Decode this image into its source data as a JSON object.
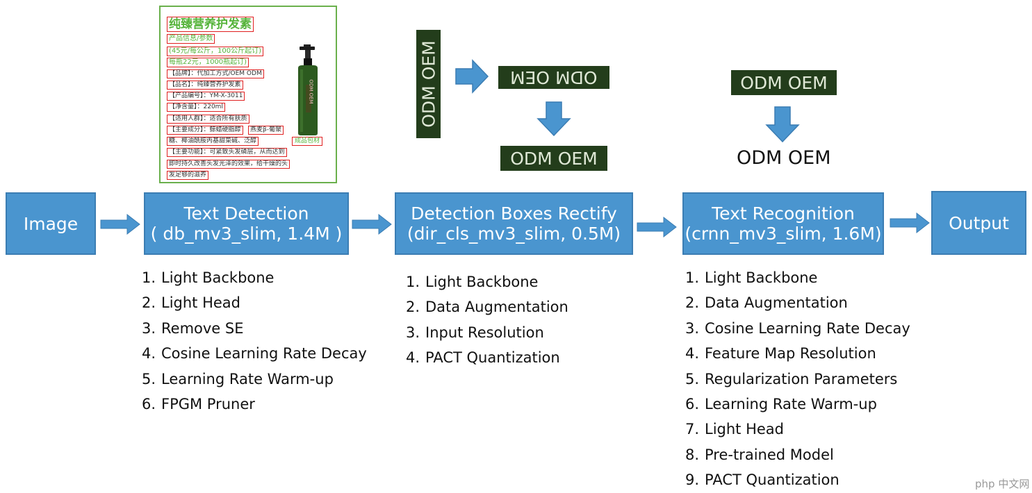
{
  "blocks": {
    "image": "Image",
    "detection": {
      "title": "Text Detection",
      "sub": "( db_mv3_slim, 1.4M )"
    },
    "rectify": {
      "title": "Detection Boxes Rectify",
      "sub": "(dir_cls_mv3_slim, 0.5M)"
    },
    "recognition": {
      "title": "Text Recognition",
      "sub": "(crnn_mv3_slim, 1.6M)"
    },
    "output": "Output"
  },
  "lists": {
    "detection": [
      {
        "n": "1.",
        "t": "Light Backbone"
      },
      {
        "n": "2.",
        "t": "Light Head"
      },
      {
        "n": "3.",
        "t": "Remove SE"
      },
      {
        "n": "4.",
        "t": "Cosine Learning Rate Decay"
      },
      {
        "n": "5.",
        "t": "Learning Rate Warm-up"
      },
      {
        "n": "6.",
        "t": "FPGM Pruner"
      }
    ],
    "rectify": [
      {
        "n": "1.",
        "t": "Light Backbone"
      },
      {
        "n": "2.",
        "t": "Data Augmentation"
      },
      {
        "n": "3.",
        "t": "Input Resolution"
      },
      {
        "n": "4.",
        "t": "PACT Quantization"
      }
    ],
    "recognition": [
      {
        "n": "1.",
        "t": "Light Backbone"
      },
      {
        "n": "2.",
        "t": "Data Augmentation"
      },
      {
        "n": "3.",
        "t": "Cosine Learning Rate Decay"
      },
      {
        "n": "4.",
        "t": "Feature Map Resolution"
      },
      {
        "n": "5.",
        "t": "Regularization Parameters"
      },
      {
        "n": "6.",
        "t": "Learning Rate Warm-up"
      },
      {
        "n": "7.",
        "t": "Light Head"
      },
      {
        "n": "8.",
        "t": "Pre-trained Model"
      },
      {
        "n": "9.",
        "t": "PACT Quantization"
      }
    ]
  },
  "product": {
    "title": "纯臻营养护发素",
    "lines": [
      "产品信息/参数",
      "(45元/每公斤，100公斤起订)",
      "每瓶22元，1000瓶起订)",
      "【品牌】：代加工方式/OEM ODM",
      "【品名】：纯臻营养护发素",
      "【产品编号】：YM-X-3011",
      "【净含量】：220ml",
      "【适用人群】：适合所有肤质",
      "【主要成分】：鲸蜡硬脂醇",
      "燕麦β-葡聚",
      "糖、椰油酰胺丙基甜菜碱、泛醇",
      "【主要功能】：可紧致头发磷层，从而达到",
      "即时持久改善头发光泽的效果，给干燥的头",
      "发足够的滋养"
    ],
    "tag": "成品包材",
    "bottle_label": "ODM OEM"
  },
  "crops": {
    "vertical": "ODM OEM",
    "upside_down": "ODM OEM",
    "corrected": "ODM OEM",
    "recognition_input": "ODM OEM"
  },
  "result_text": "ODM OEM",
  "watermark": "php 中文网",
  "colors": {
    "block_fill": "#4a95cf",
    "arrow_fill": "#4a95cf",
    "crop_bg": "#233d1b",
    "box_red": "#e02020",
    "green_text": "#56b33a"
  }
}
